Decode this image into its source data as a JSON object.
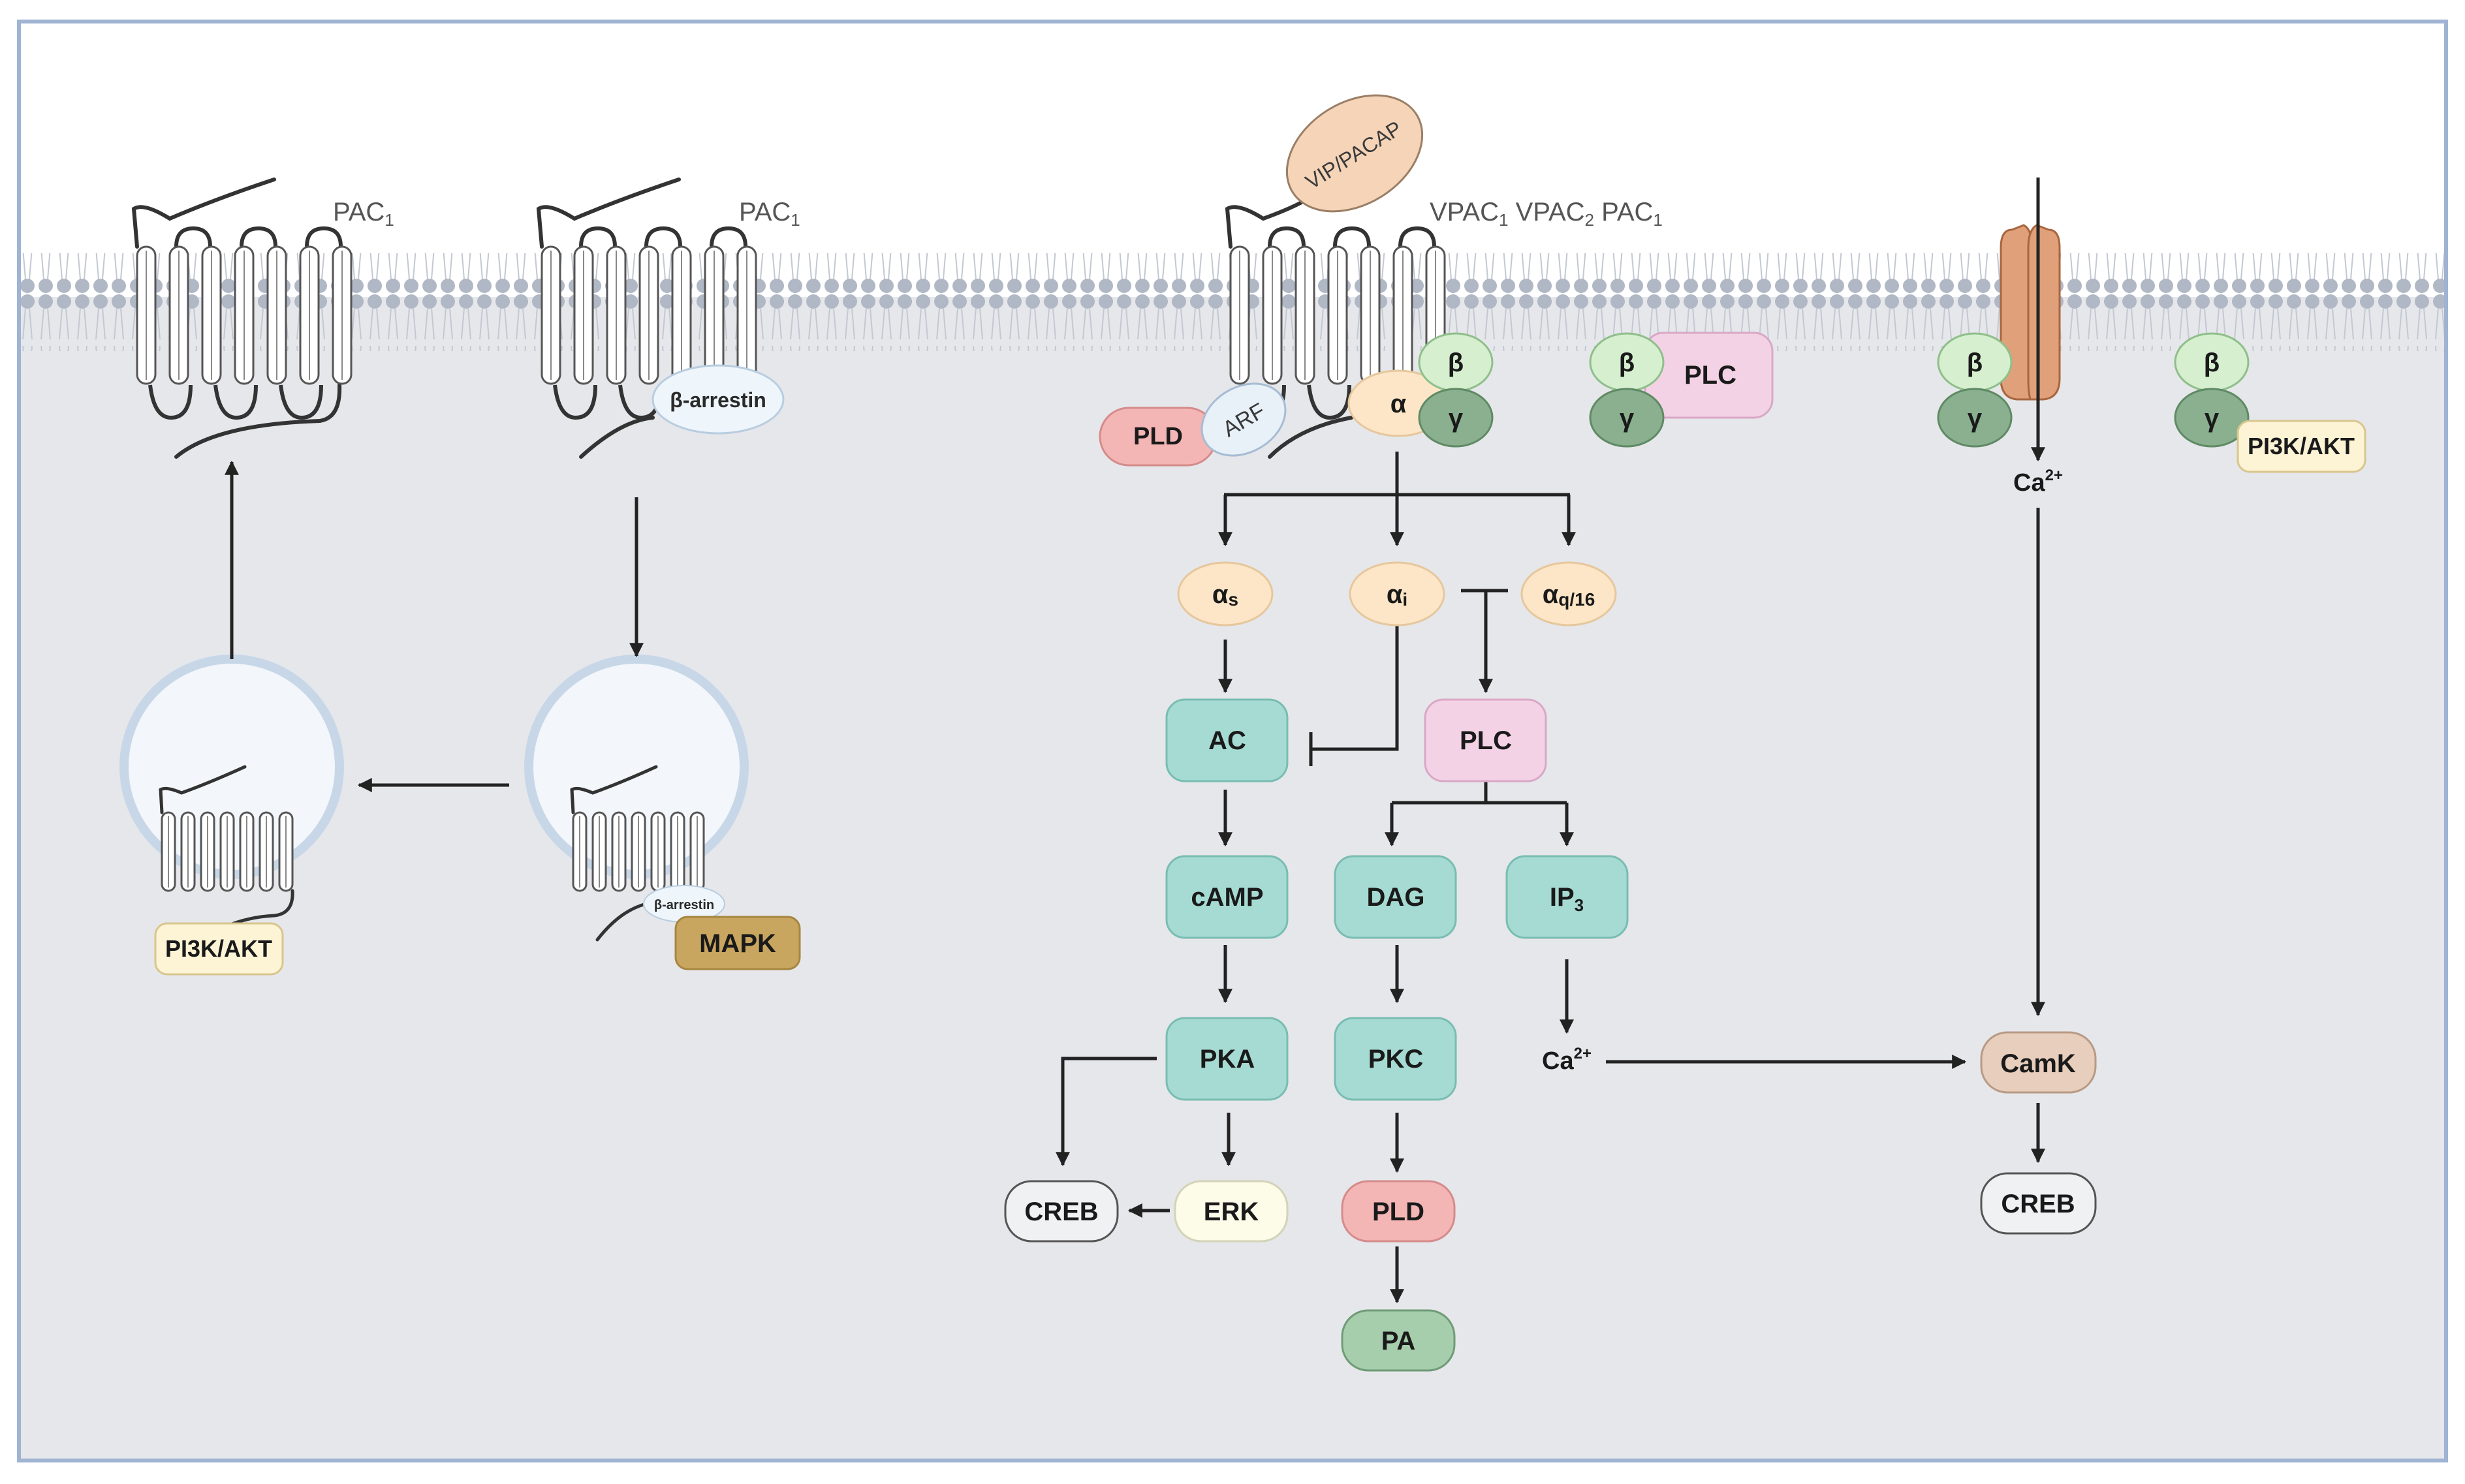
{
  "receptors": {
    "pac1_left": {
      "label": "PAC",
      "sub": "1"
    },
    "pac1_middle": {
      "label": "PAC",
      "sub": "1"
    },
    "vpac_group": {
      "items": [
        {
          "label": "VPAC",
          "sub": "1"
        },
        {
          "label": "VPAC",
          "sub": "2"
        },
        {
          "label": "PAC",
          "sub": "1"
        }
      ]
    }
  },
  "ligand": {
    "label": "VIP/PACAP"
  },
  "adaptors": {
    "beta_arrestin": "β-arrestin",
    "beta_arrestin_small": "β-arrestin",
    "arf": "ARF"
  },
  "g_protein": {
    "alpha": "α",
    "beta": "β",
    "gamma": "γ"
  },
  "subunits": {
    "alpha_s": {
      "main": "α",
      "sub": "s"
    },
    "alpha_i": {
      "main": "α",
      "sub": "i"
    },
    "alpha_q16": {
      "main": "α",
      "sub": "q/16"
    }
  },
  "nodes": {
    "pld_membrane": "PLD",
    "plc_membrane": "PLC",
    "pi3k_akt_membrane": "PI3K/AKT",
    "pi3k_akt_vesicle": "PI3K/AKT",
    "mapk": "MAPK",
    "ac": "AC",
    "camp": "cAMP",
    "pka": "PKA",
    "creb_left": "CREB",
    "erk": "ERK",
    "plc": "PLC",
    "dag": "DAG",
    "ip3": {
      "main": "IP",
      "sub": "3"
    },
    "pkc": "PKC",
    "pld": "PLD",
    "pa": "PA",
    "camk": "CamK",
    "creb_right": "CREB"
  },
  "ions": {
    "ca_channel": {
      "main": "Ca",
      "sup": "2+"
    },
    "ca_ip3": {
      "main": "Ca",
      "sup": "2+"
    }
  },
  "colors": {
    "background": "#e6e7eb",
    "border": "#9fb3d3",
    "membrane_head": "#aeb6c4",
    "teal": "#a6dbd3",
    "teal_stroke": "#79bdb2",
    "pink": "#f3d2e6",
    "red": "#f4b5b5",
    "green": "#a6ceac",
    "dark_green": "#8ab08f",
    "light_green": "#d5efcf",
    "cream": "#fdf4d6",
    "peach": "#fde6c7",
    "tan": "#c9a660",
    "camk": "#e7cebd",
    "channel": "#e0a07a",
    "vesicle": "#c7d7e8"
  }
}
